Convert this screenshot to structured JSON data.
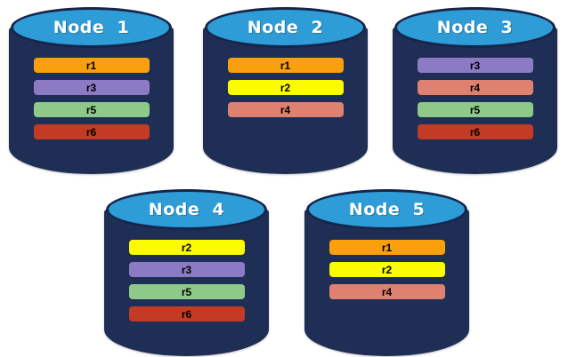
{
  "colors": {
    "background": "#FFFFFF",
    "node_body": "#1F2E54",
    "node_cap": "#2E9CD6",
    "node_cap_stroke": "#15254B",
    "replica_palette": {
      "r1": "#F9A00C",
      "r2": "#FCFC00",
      "r3": "#8C7BC4",
      "r4": "#DF8170",
      "r5": "#8EC98A",
      "r6": "#C33B25"
    }
  },
  "nodes": [
    {
      "label": "Node  1",
      "replicas": [
        {
          "label": "r1",
          "color": "#F9A00C"
        },
        {
          "label": "r3",
          "color": "#8C7BC4"
        },
        {
          "label": "r5",
          "color": "#8EC98A"
        },
        {
          "label": "r6",
          "color": "#C33B25"
        }
      ]
    },
    {
      "label": "Node  2",
      "replicas": [
        {
          "label": "r1",
          "color": "#F9A00C"
        },
        {
          "label": "r2",
          "color": "#FCFC00"
        },
        {
          "label": "r4",
          "color": "#DF8170"
        }
      ]
    },
    {
      "label": "Node  3",
      "replicas": [
        {
          "label": "r3",
          "color": "#8C7BC4"
        },
        {
          "label": "r4",
          "color": "#DF8170"
        },
        {
          "label": "r5",
          "color": "#8EC98A"
        },
        {
          "label": "r6",
          "color": "#C33B25"
        }
      ]
    },
    {
      "label": "Node  4",
      "replicas": [
        {
          "label": "r2",
          "color": "#FCFC00"
        },
        {
          "label": "r3",
          "color": "#8C7BC4"
        },
        {
          "label": "r5",
          "color": "#8EC98A"
        },
        {
          "label": "r6",
          "color": "#C33B25"
        }
      ]
    },
    {
      "label": "Node  5",
      "replicas": [
        {
          "label": "r1",
          "color": "#F9A00C"
        },
        {
          "label": "r2",
          "color": "#FCFC00"
        },
        {
          "label": "r4",
          "color": "#DF8170"
        }
      ]
    }
  ]
}
